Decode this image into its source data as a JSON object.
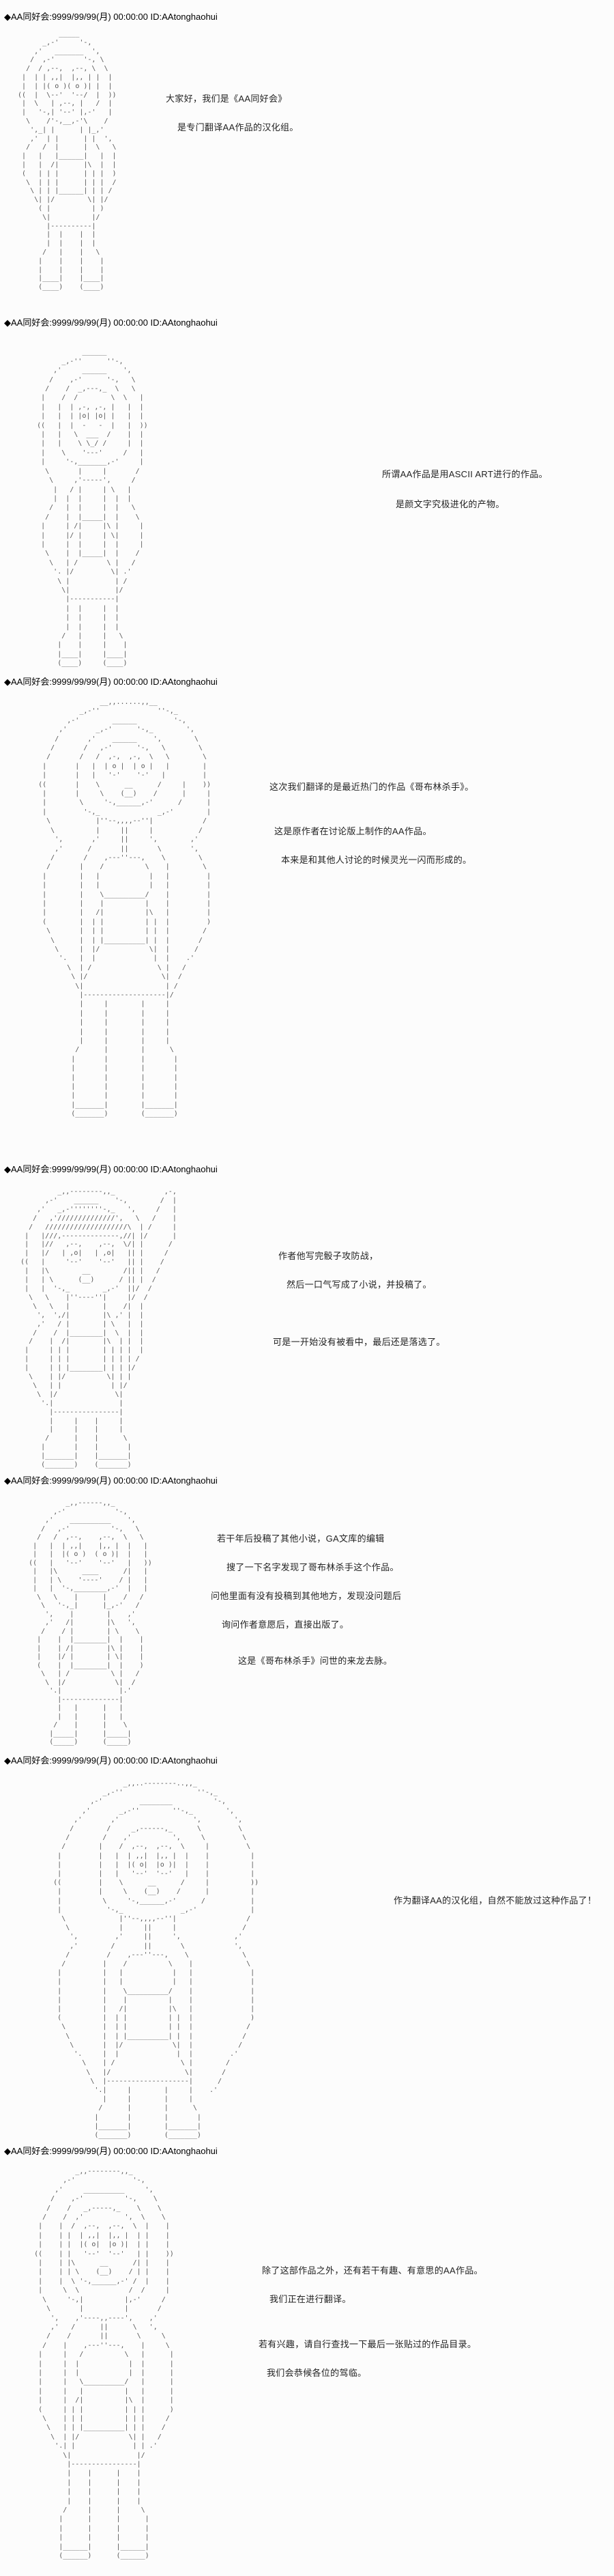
{
  "page": {
    "background": "#fcfcfc",
    "header_color": "#000000",
    "aa_color": "#555555",
    "dialogue_color": "#222222"
  },
  "posts": [
    {
      "header": "◆AA同好会:9999/99/99(月) 00:00:00 ID:AAtonghaohui",
      "dialogues": [
        "大家好，我们是《AA同好会》",
        "是专门翻译AA作品的汉化组。"
      ],
      "aa": [
        "            _____",
        "        _,-'     '-,",
        "      ,'   _______  ',",
        "     /  ,-'       '-, \\",
        "    /  / ,--,  ,--, \\  \\",
        "   |  | | ,,|  |,, | |  |",
        "   |  | |( o )( o )| |  |",
        "  ((  |  \\--'  '--/  |  ))",
        "   |  \\   | ,--, |   /  |",
        "   |   '-,| '--' |,-'   |",
        "    \\    /'-,__,-'\\    /",
        "     ',_| |      | |_,'",
        "     ,'  | |      | |  ',",
        "    /   /  |      |  \\   \\",
        "   |   |   |______|   |  |",
        "   |   |  /|      |\\  |  |",
        "   (   | | |      | | |  )",
        "    \\  | | |      | | |  /",
        "     \\ | | |______| | | /",
        "      \\| |/        \\| |/",
        "       ( |          | )",
        "        \\|          |/",
        "         |----------|",
        "         |  |    |  |",
        "         |  |    |  |",
        "        /   |    |   \\",
        "       |    |    |    |",
        "       |    |    |    |",
        "       |____|    |____|",
        "       (____)    (____)"
      ]
    },
    {
      "header": "◆AA同好会:9999/99/99(月) 00:00:00 ID:AAtonghaohui",
      "dialogues": [
        "所谓AA作品是用ASCII ART进行的作品。",
        "是颜文字究极进化的产物。"
      ],
      "aa": [
        "",
        "                ______",
        "           _,-''      ''-,",
        "         ,'     ______    ',",
        "        /    ,-'      '-,   \\",
        "       /    /  _,---,_  \\   \\",
        "      |    /  /        \\  \\   |",
        "      |   |  | ,-, ,-, |   |  |",
        "      |   |  | |o| |o| |   |  |",
        "     ((   |  |  -   -  |   |  ))",
        "      |   |   \\  ___  /    |  |",
        "      |   |    \\ \\_/ /     |  |",
        "      |    \\    '---'     /   |",
        "      |     '-,_______,-'     |",
        "       \\       |     |       /",
        "        \\     ,'-----',     /",
        "         |   / |     | \\   |",
        "         |  |  |     |  |  |",
        "        /   |  |     |  |   \\",
        "       /    |  |_____|  |    \\",
        "      |     | /|     |\\ |     |",
        "      |     |/ |     | \\|     |",
        "      |     |  |     |  |     |",
        "       \\    |  |_____|  |    /",
        "        \\   | /       \\ |   /",
        "         '. |/         \\| .'",
        "          \\ |           | /",
        "           \\|           |/",
        "            |-----------|",
        "            |  |     |  |",
        "            |  |     |  |",
        "            |  |     |  |",
        "           /   |     |   \\",
        "          |    |     |    |",
        "          |____|     |____|",
        "          (____)     (____)"
      ]
    },
    {
      "header": "◆AA同好会:9999/99/99(月) 00:00:00 ID:AAtonghaohui",
      "dialogues": [
        "这次我们翻译的是最近热门的作品《哥布林杀手》。",
        "这是原作者在讨论版上制作的AA作品。",
        "本来是和其他人讨论的时候灵光一闪而形成的。"
      ],
      "aa": [
        "                     __,,......,,__",
        "                _,-''              ''-,_",
        "             ,-'        ______         '-,",
        "           ,'       _,-'      '-,_        ',",
        "          /       ,'    ______    ',        \\",
        "         /       /   ,-'      '-,   \\        \\",
        "        /       /   /  ,-,  ,-,  \\   \\        \\",
        "       |       |   |  | o |  | o |   |        |",
        "       |       |   |   '-'    '-'   |         |",
        "      ((       |    \\      __      /     |    ))",
        "       |       |     \\    (__)    /      |     |",
        "       |        \\     '-,______,-'      /      |",
        "       |         '-,_              _,-'        |",
        "        \\           |''--,,,,--''|            /",
        "         \\          |     ||     |           /",
        "          ',       ,'     ||     ',        ,'",
        "          ,'      /       ||       \\       ',",
        "         /       /    ,---''---,    \\        \\",
        "        /       |    /          \\    |        \\",
        "       |        |   |            |   |         |",
        "       |        |   |            |   |         |",
        "       |        |    \\__________/    |         |",
        "       |        |    |          |    |         |",
        "       |        |   /|          |\\   |         |",
        "       (        |  | |          | |  |         )",
        "        \\       |  | |          | |  |        /",
        "         \\      |  | |__________| |  |       /",
        "          \\     |  |/            \\|  |      /",
        "           '.   |  |              |  |    .'",
        "             \\  | /                \\ |   /",
        "              \\ |/                  \\|  /",
        "               \\|                    | /",
        "                |--------------------|/",
        "                |     |        |     |",
        "                |     |        |     |",
        "                |     |        |     |",
        "                |     |        |     |",
        "                |     |        |     |",
        "               /      |        |      \\",
        "              |       |        |       |",
        "              |       |        |       |",
        "              |       |        |       |",
        "              |       |        |       |",
        "              |       |        |       |",
        "              |_______|        |_______|",
        "              (_______)        (_______)",
        "",
        ""
      ]
    },
    {
      "header": "◆AA同好会:9999/99/99(月) 00:00:00 ID:AAtonghaohui",
      "dialogues": [
        "作者他写完骰子攻防战，",
        "然后一口气写成了小说，并投稿了。",
        "可是一开始没有被看中，最后还是落选了。"
      ],
      "aa": [
        "            _,,--------,,_            ,-,",
        "         ,-'    ______    '-,        /  |",
        "       ,'   _,-''''''''-,_   ',     /   |",
        "      /   ,'//////////////',   \\   /    |",
        "     /   ////////////////////\\  | /     |",
        "    |   |///,--------------,//| |/      |",
        "    |   |//   ,--,    ,--,  \\/| |      /",
        "    |   |/   | ,o|   | ,o|   || |     /",
        "   ((   |     '--'    '--'   || |    /",
        "    |   |\\        __        /|| |   /",
        "    |   | \\      (__)      / || |  /",
        "    |   |  '-,_        _,-'  ||/  /",
        "     \\   \\    |''----''|     |/  /",
        "      \\   \\   |        |    /|  |",
        "       ',  ',/|        |\\ ,' |  |",
        "       ,'   / |        | \\   |  |",
        "      /    /  |________|  \\  |  |",
        "     /    |  /|        |\\  | |  |",
        "    |     | | |        | | | |  |",
        "    |     | | |        | | | | /",
        "    |     | | |________| | | |/",
        "     \\    | |/          \\| | |",
        "      \\   | |            | |/",
        "       \\  |/              \\|",
        "        '.|                |",
        "          |----------------|",
        "          |     |    |     |",
        "          |     |    |     |",
        "         /      |    |      \\",
        "        |       |    |       |",
        "        |_______|    |_______|",
        "        (_______)    (_______)"
      ]
    },
    {
      "header": "◆AA同好会:9999/99/99(月) 00:00:00 ID:AAtonghaohui",
      "dialogues": [
        "若干年后投稿了其他小说，GA文库的编辑",
        "搜了一下名字发现了哥布林杀手这个作品。",
        "问他里面有没有投稿到其他地方，发现没问题后",
        "询问作者意愿后，直接出版了。",
        "这是《哥布林杀手》问世的来龙去脉。"
      ],
      "aa": [
        "              _,,------,,_",
        "           ,-'            '-,",
        "         ,'    __________    ',",
        "        /   ,-'          '-,   \\",
        "       /   /  ,--,    ,--,  \\   \\",
        "      |   |  | ,,|    |,, |  |   |",
        "      |   |  |( o )  ( o )|  |   |",
        "     ((   |   '--'    '--'   |   ))",
        "      |   |\\      ____      /|   |",
        "      |   | \\    '----'    / |   |",
        "      |   |  '-,________,-'  |   |",
        "       \\   \\    |      |    /   /",
        "        \\   '-,_|      |_,-'   /",
        "         ',    |        |    ,'",
        "         ,'   /|        |\\   ',",
        "        /    / |        | \\    \\",
        "       |    |  |________|  |    |",
        "       |    | /|        |\\ |    |",
        "       |    |/ |        | \\|    |",
        "       (    |  |________|  |    )",
        "        \\   | /          \\ |   /",
        "         \\  |/            \\|  /",
        "          '.|              |.'",
        "            |--------------|",
        "            |   |      |   |",
        "            |   |      |   |",
        "           /    |      |    \\",
        "          |_____|      |_____|",
        "          (_____)      (_____)"
      ]
    },
    {
      "header": "◆AA同好会:9999/99/99(月) 00:00:00 ID:AAtonghaohui",
      "dialogues": [
        "作为翻译AA的汉化组，自然不能放过这种作品了！"
      ],
      "aa": [
        "                         _,,..--------..,,_",
        "                    _,-''                  ''-,_",
        "                 ,-'         ________          '-,",
        "               ,'       _,-''        ''-,_        ',",
        "             ,'       ,'                  ',        ',",
        "            /        /     _,------,_      \\         \\",
        "           /        /    ,'          ',     \\         \\",
        "          /        |    /  ,--,  ,--,  \\     |         \\",
        "         |         |   |  | ,,|  |,, |  |    |          |",
        "         |         |   |  |( o|  |o )|  |    |          |",
        "         |         |   |   '--'  '--'   |    |          |",
        "        ((         |    \\      __      /     |          ))",
        "         |         |     \\    (__)    /      |          |",
        "         |          \\     '-,______,-'      /           |",
        "         |           '-,_              _,-'             |",
        "          \\             |''--,,,,--''|                 /",
        "           \\            |     ||     |                /",
        "            ',         ,'     ||     ',             ,'",
        "            ,'        /       ||       \\            ',",
        "           /         /    ,---''---,    \\             \\",
        "          /         |    /          \\    |             \\",
        "         |          |   |            |   |              |",
        "         |          |   |            |   |              |",
        "         |          |    \\__________/    |              |",
        "         |          |    |          |    |              |",
        "         |          |   /|          |\\   |              |",
        "         (          |  | |          | |  |              )",
        "          \\         |  | |          | |  |             /",
        "           \\        |  | |__________| |  |            /",
        "            \\       |  |/            \\|  |           /",
        "             '.     |  |              |  |         .'",
        "               \\    | /                \\ |        /",
        "                \\   |/                  \\|       /",
        "                 \\  |--------------------|      /",
        "                  '.|     |        |     |    .'",
        "                    |     |        |     |",
        "                   /      |        |      \\",
        "                  |       |        |       |",
        "                  |_______|        |_______|",
        "                  (_______)        (_______)"
      ]
    },
    {
      "header": "◆AA同好会:9999/99/99(月) 00:00:00 ID:AAtonghaohui",
      "dialogues": [
        "除了这部作品之外，还有若干有趣、有意思的AA作品。",
        "我们正在进行翻译。",
        "若有兴趣，请自行查找一下最后一张贴过的作品目录。",
        "我们会恭候各位的驾临。"
      ],
      "aa": [
        "               _,,--------,,_",
        "            ,-'              '-,",
        "          ,'     __________     ',",
        "         /    ,-'          '-,    \\",
        "        /    /   _,-----,_    \\    \\",
        "       /    /  ,'          ',  \\    \\",
        "      |    |  /  ,--,  ,--,  \\  |    |",
        "      |    | |  | ,,|  |,, |  | |    |",
        "      |    | |  |( o|  |o )|  | |    |",
        "     ((    | |   '--'  '--'   | |    ))",
        "      |    | |\\      __      /| |    |",
        "      |    | | \\    (__)    / | |    |",
        "      |    |  \\ '-,______,-' /  |    |",
        "      |     \\  \\            /  /     |",
        "       \\     '-,|          |,-'     /",
        "        \\       |          |       /",
        "         ',    ,'----,,----',    ,'",
        "         ,'   /      ||      \\   ',",
        "        /    /       ||       \\     \\",
        "       /    |    ,---''---,    |     \\",
        "      |     |   /          \\   |      |",
        "      |     |  |            |  |      |",
        "      |     |  |            |  |      |",
        "      |     |   \\__________/   |      |",
        "      |     |   |          |   |      |",
        "      |     |  /|          |\\  |      |",
        "      (     | | |          | | |      )",
        "       \\    | | |          | | |     /",
        "        \\   | | |__________| | |    /",
        "         \\  | |/            \\| |   /",
        "          '.| |              | | .'",
        "            \\|                |/",
        "             |----------------|",
        "             |    |      |    |",
        "             |    |      |    |",
        "             |    |      |    |",
        "             |    |      |    |",
        "            /     |      |     \\",
        "           |      |      |      |",
        "           |      |      |      |",
        "           |      |      |      |",
        "           |______|      |______|",
        "           (______)      (______)",
        ""
      ]
    }
  ]
}
